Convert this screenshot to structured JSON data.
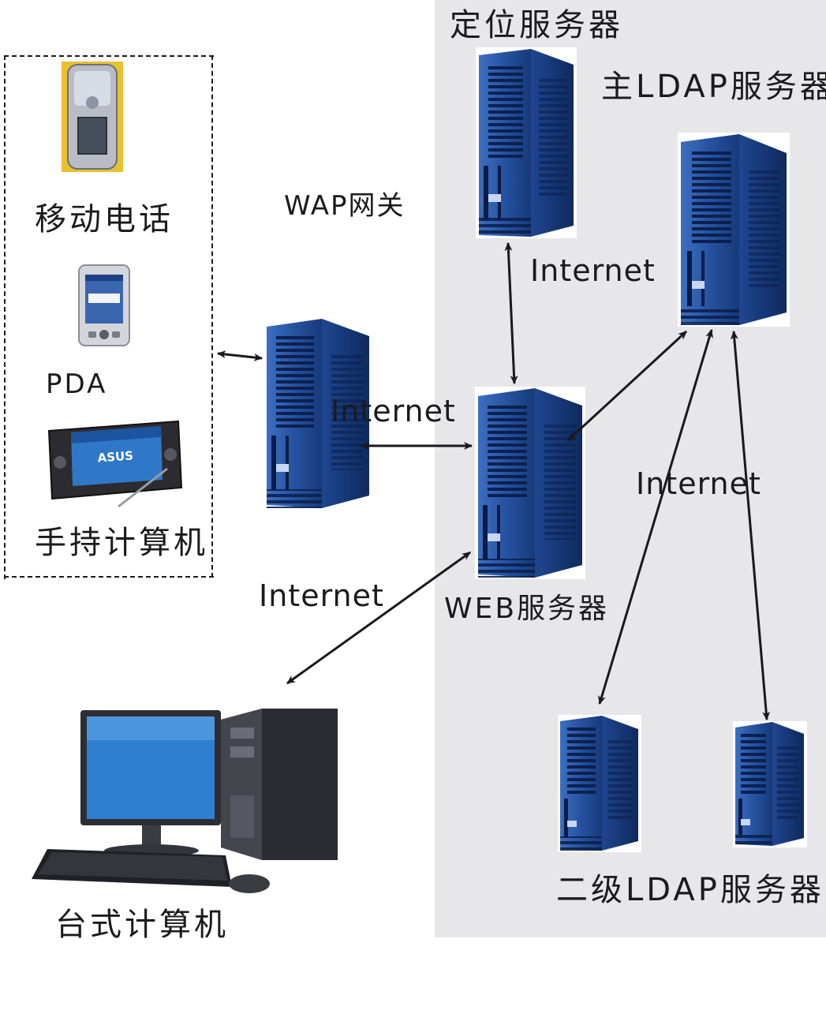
{
  "nodes": {
    "locating_server": "定位服务器",
    "main_ldap_server": "主LDAP服务器",
    "wap_gateway": "WAP网关",
    "web_server": "WEB服务器",
    "secondary_ldap_server": "二级LDAP服务器",
    "mobile_phone": "移动电话",
    "pda": "PDA",
    "handheld_computer": "手持计算机",
    "desktop_computer": "台式计算机"
  },
  "connections": {
    "gateway_web": "Internet",
    "locating_web": "Internet",
    "ldap_link": "Internet",
    "desktop_web": "Internet"
  },
  "device_brand": "ASUS",
  "colors": {
    "server_zone_bg": "#e7e7ea",
    "server_blue": "#2a5aa8",
    "arrow": "#1a1a1a"
  }
}
